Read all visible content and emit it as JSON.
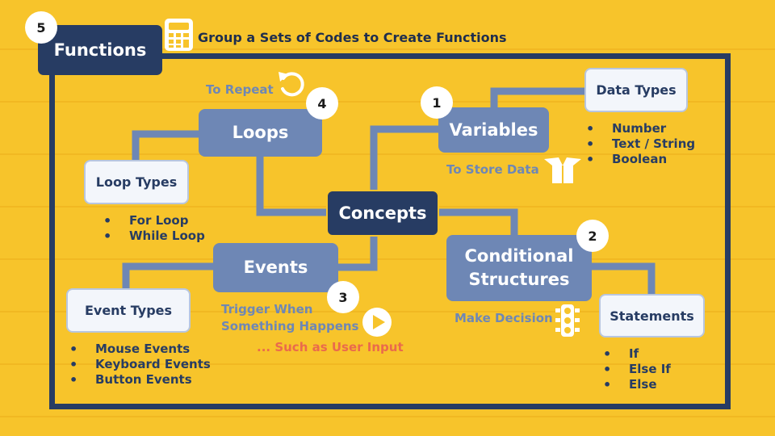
{
  "header": {
    "step_badge": "5",
    "title": "Functions",
    "description": "Group a Sets of Codes to Create Functions"
  },
  "center_node": {
    "label": "Concepts"
  },
  "variables": {
    "badge": "1",
    "label": "Variables",
    "caption": "To Store Data",
    "subtopic": "Data Types",
    "items": [
      "Number",
      "Text / String",
      "Boolean"
    ]
  },
  "conditional": {
    "badge": "2",
    "label_line1": "Conditional",
    "label_line2": "Structures",
    "caption": "Make Decision",
    "subtopic": "Statements",
    "items": [
      "If",
      "Else If",
      "Else"
    ]
  },
  "events": {
    "badge": "3",
    "label": "Events",
    "caption_line1": "Trigger When",
    "caption_line2": "Something Happens",
    "caption_extra": "... Such as User Input",
    "subtopic": "Event Types",
    "items": [
      "Mouse Events",
      "Keyboard Events",
      "Button Events"
    ]
  },
  "loops": {
    "badge": "4",
    "label": "Loops",
    "caption": "To Repeat",
    "subtopic": "Loop Types",
    "items": [
      "For Loop",
      "While Loop"
    ]
  },
  "colors": {
    "background": "#f7c42b",
    "dark_navy": "#273c63",
    "node_blue": "#6e87b5",
    "subtopic_bg": "#f3f6fb",
    "accent_red": "#ea6a4c"
  },
  "icons": [
    "calculator-icon",
    "undo-arrow-icon",
    "open-box-icon",
    "traffic-light-icon",
    "play-icon"
  ]
}
